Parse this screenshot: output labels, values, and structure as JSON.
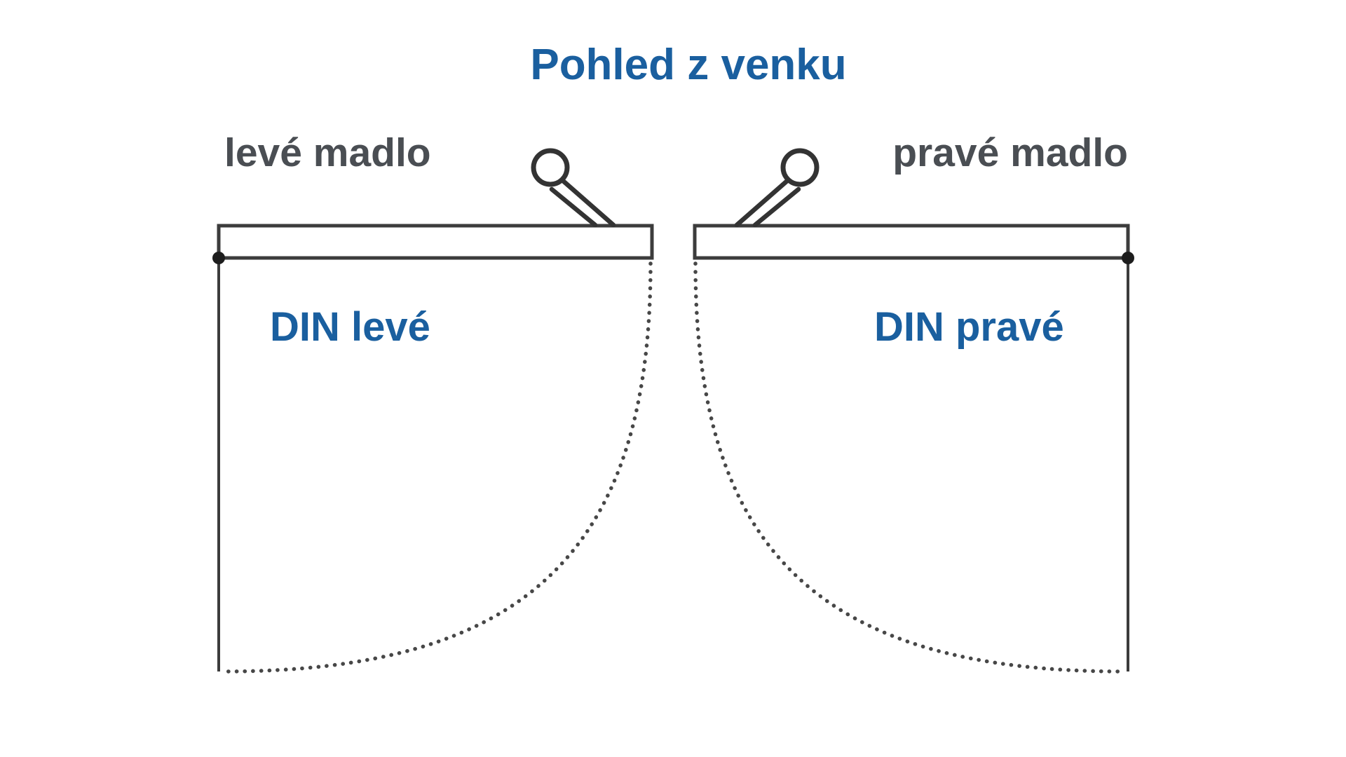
{
  "diagram": {
    "title": "Pohled z venku",
    "left": {
      "handle_label": "levé madlo",
      "din_label": "DIN levé"
    },
    "right": {
      "handle_label": "pravé madlo",
      "din_label": "DIN pravé"
    }
  },
  "icons": {
    "left_handle": "door-handle-icon",
    "right_handle": "door-handle-icon",
    "left_hinge": "hinge-point-dot",
    "right_hinge": "hinge-point-dot"
  },
  "colors": {
    "accent_blue": "#1A5F9F",
    "label_gray": "#4A4E53",
    "line_dark": "#3C3C3C",
    "background": "#FFFFFF"
  }
}
